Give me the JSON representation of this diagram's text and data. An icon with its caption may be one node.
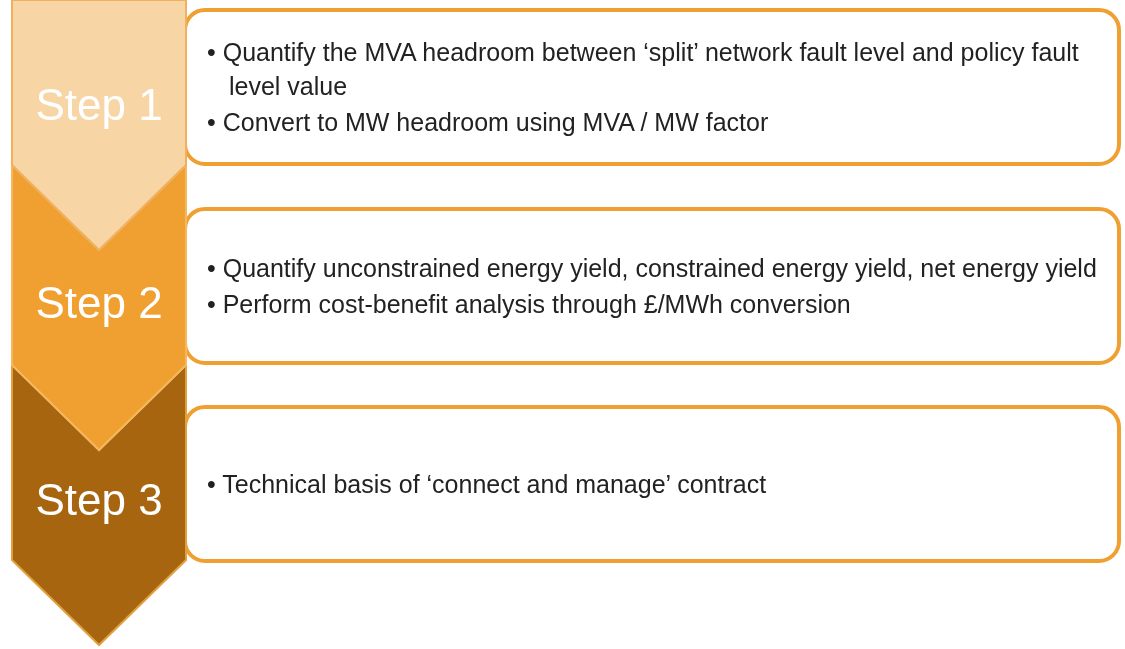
{
  "diagram": {
    "nodes": [
      {
        "text": [
          "Step 1"
        ]
      },
      {
        "text": [
          "• Quantify the MVA headroom between ‘split’ network fault level and policy fault level value",
          "• Convert to MW headroom using MVA / MW factor"
        ]
      },
      {
        "text": [
          "Step 2"
        ]
      },
      {
        "text": [
          "• Quantify unconstrained energy yield, constrained energy yield, net energy yield",
          "• Perform cost-benefit analysis through £/MWh conversion"
        ]
      },
      {
        "text": [
          "Step 3"
        ]
      },
      {
        "text": [
          "• Technical basis of ‘connect and manage’ contract"
        ]
      }
    ]
  }
}
